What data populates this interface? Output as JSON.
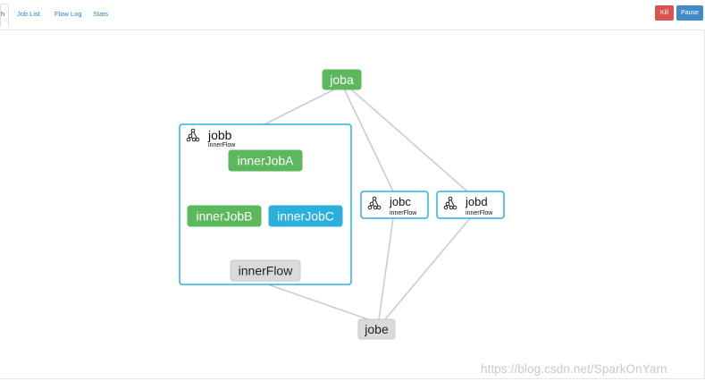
{
  "tabs": [
    {
      "label": "h",
      "active": true
    },
    {
      "label": "Job List",
      "active": false
    },
    {
      "label": "Flow Log",
      "active": false
    },
    {
      "label": "Stats",
      "active": false
    }
  ],
  "actions": {
    "kill_label": "Kill",
    "pause_label": "Pause"
  },
  "colors": {
    "success": "#5cb85c",
    "running": "#2bb0de",
    "ready": "#dadada",
    "flow_border": "#2bb0de",
    "edge": "#cccccc"
  },
  "graph": {
    "nodes": [
      {
        "id": "joba",
        "label": "joba",
        "status": "success"
      },
      {
        "id": "jobb",
        "label": "jobb",
        "sublabel": "innerFlow",
        "type": "flow"
      },
      {
        "id": "innerJobA",
        "label": "innerJobA",
        "status": "success"
      },
      {
        "id": "innerJobB",
        "label": "innerJobB",
        "status": "success"
      },
      {
        "id": "innerJobC",
        "label": "innerJobC",
        "status": "running"
      },
      {
        "id": "innerFlow",
        "label": "innerFlow",
        "status": "ready"
      },
      {
        "id": "jobc",
        "label": "jobc",
        "sublabel": "innerFlow",
        "type": "flow"
      },
      {
        "id": "jobd",
        "label": "jobd",
        "sublabel": "innerFlow",
        "type": "flow"
      },
      {
        "id": "jobe",
        "label": "jobe",
        "status": "ready"
      }
    ],
    "edges": [
      [
        "joba",
        "jobb"
      ],
      [
        "joba",
        "jobc"
      ],
      [
        "joba",
        "jobd"
      ],
      [
        "innerJobA",
        "innerJobB"
      ],
      [
        "innerJobA",
        "innerJobC"
      ],
      [
        "innerJobB",
        "innerFlow"
      ],
      [
        "innerJobC",
        "innerFlow"
      ],
      [
        "jobb",
        "jobe"
      ],
      [
        "jobc",
        "jobe"
      ],
      [
        "jobd",
        "jobe"
      ]
    ]
  },
  "watermark": "https://blog.csdn.net/SparkOnYarn"
}
